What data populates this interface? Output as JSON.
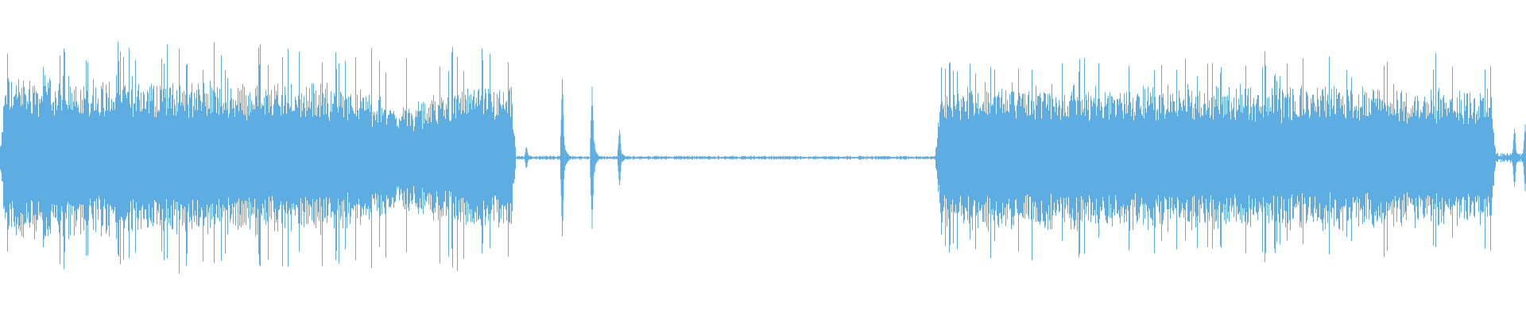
{
  "waveform": {
    "color": "#5dade2",
    "background": "#ffffff",
    "description_free": true,
    "segments": [
      {
        "kind": "dense",
        "start": 0.0,
        "end": 0.338,
        "amp_start": 0.5,
        "amp_end": 0.43,
        "spike": 0.68
      },
      {
        "kind": "quiet",
        "start": 0.338,
        "end": 0.613,
        "amp": 0.012
      },
      {
        "kind": "dense",
        "start": 0.613,
        "end": 0.98,
        "amp_start": 0.45,
        "amp_end": 0.42,
        "spike": 0.62
      },
      {
        "kind": "quiet",
        "start": 0.98,
        "end": 1.0,
        "amp": 0.03
      }
    ],
    "transients": [
      {
        "pos": 0.3685,
        "amp": 0.55
      },
      {
        "pos": 0.388,
        "amp": 0.52
      },
      {
        "pos": 0.406,
        "amp": 0.2
      },
      {
        "pos": 0.345,
        "amp": 0.08
      },
      {
        "pos": 0.9925,
        "amp": 0.22
      },
      {
        "pos": 0.9995,
        "amp": 0.26
      }
    ]
  }
}
